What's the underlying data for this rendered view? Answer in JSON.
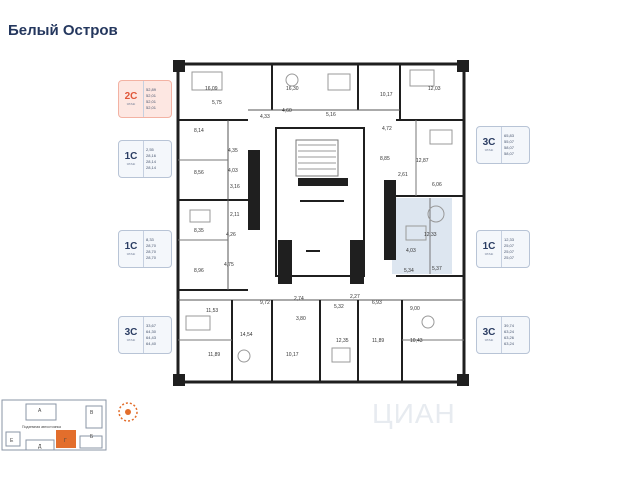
{
  "app": {
    "title": "Белый Остров"
  },
  "badges": [
    {
      "code": "2С",
      "floor": "ЭТАЖ",
      "areas": [
        "52,89",
        "52,01",
        "52,01",
        "52,01"
      ],
      "selected": true
    },
    {
      "code": "1С",
      "floor": "ЭТАЖ",
      "areas": [
        "2,55",
        "28,16",
        "28,14",
        "28,14"
      ],
      "selected": false
    },
    {
      "code": "1С",
      "floor": "ЭТАЖ",
      "areas": [
        "8,33",
        "28,70",
        "28,70",
        "28,70"
      ],
      "selected": false
    },
    {
      "code": "3С",
      "floor": "ЭТАЖ",
      "areas": [
        "33,67",
        "64,30",
        "64,43",
        "64,40"
      ],
      "selected": false
    },
    {
      "code": "3С",
      "floor": "ЭТАЖ",
      "areas": [
        "65,83",
        "55,07",
        "58,07",
        "58,07"
      ],
      "selected": false
    },
    {
      "code": "1С",
      "floor": "ЭТАЖ",
      "areas": [
        "12,33",
        "25,07",
        "25,07",
        "25,07"
      ],
      "selected": false
    },
    {
      "code": "3С",
      "floor": "ЭТАЖ",
      "areas": [
        "39,74",
        "63,24",
        "63,26",
        "63,24"
      ],
      "selected": false
    }
  ],
  "rooms": [
    "16,09",
    "16,30",
    "10,17",
    "12,03",
    "5,75",
    "4,60",
    "4,33",
    "5,16",
    "4,72",
    "8,14",
    "4,35",
    "8,85",
    "12,87",
    "2,61",
    "6,06",
    "8,56",
    "4,03",
    "3,16",
    "2,11",
    "8,35",
    "4,26",
    "4,75",
    "12,33",
    "8,96",
    "4,03",
    "5,34",
    "5,37",
    "9,72",
    "2,74",
    "2,27",
    "11,53",
    "3,80",
    "5,32",
    "6,93",
    "9,00",
    "14,54",
    "11,89",
    "10,17",
    "12,35",
    "11,89",
    "10,43"
  ],
  "minimap": {
    "labels": [
      "А",
      "Б",
      "В",
      "Г",
      "Д",
      "Е"
    ],
    "caption": "Подземная автостоянка"
  },
  "watermark": "ЦИАН",
  "colors": {
    "selected": "#e0573a",
    "accent": "#24375e",
    "selected_room": "#dde6f0"
  }
}
